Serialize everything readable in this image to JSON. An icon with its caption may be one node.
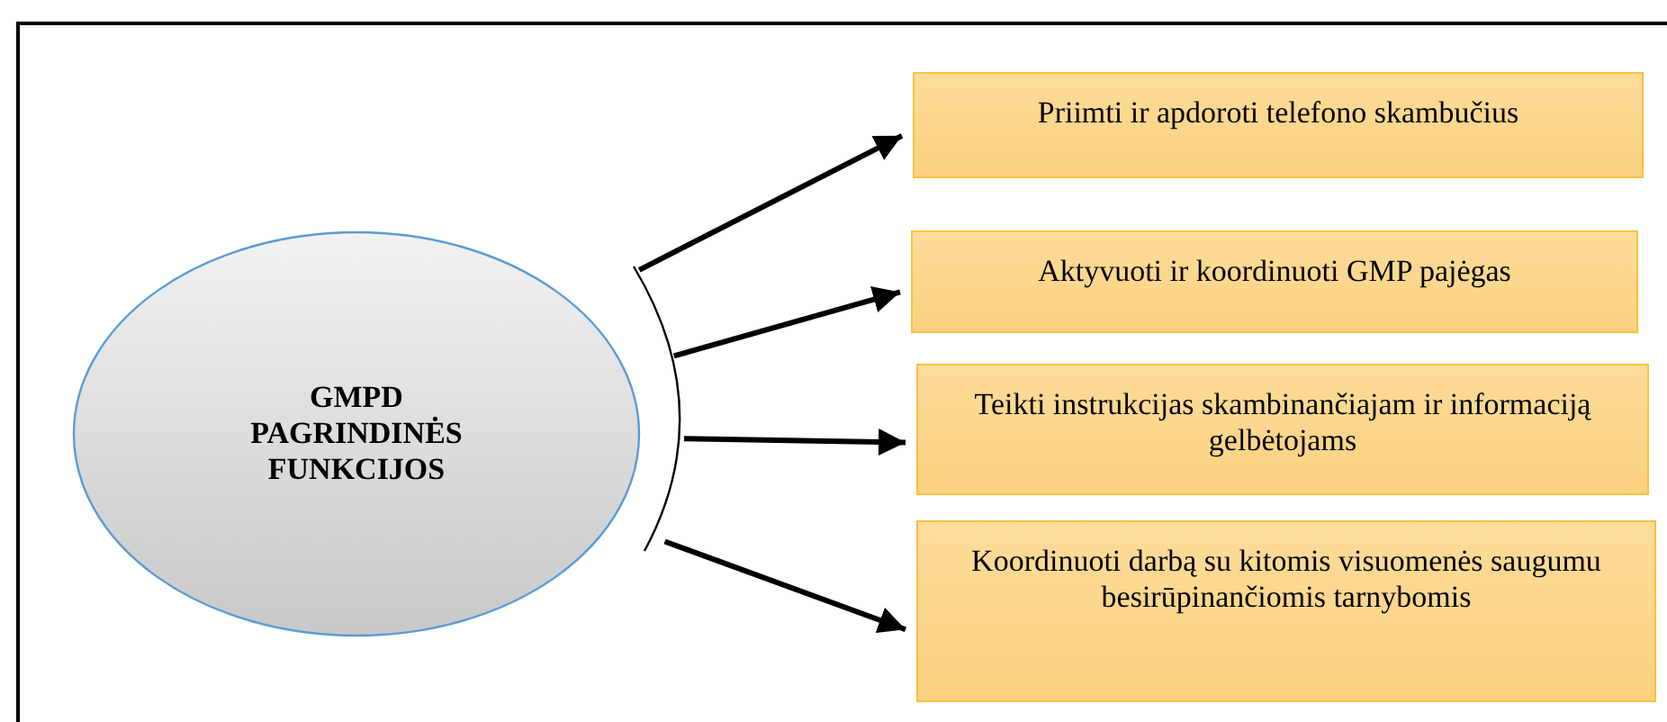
{
  "diagram": {
    "nodes": [
      {
        "text": [
          "GMPD PAGRINDINĖS FUNKCIJOS"
        ]
      },
      {
        "text": [
          "Priimti ir apdoroti telefono skambučius"
        ]
      },
      {
        "text": [
          "Aktyvuoti ir koordinuoti GMP pajėgas"
        ]
      },
      {
        "text": [
          "Teikti instrukcijas skambinančiajam ir informaciją gelbėtojams"
        ]
      },
      {
        "text": [
          "Koordinuoti darbą su kitomis visuomenės saugumu besirūpinančiomis tarnybomis"
        ]
      }
    ],
    "edges": [
      {
        "from": 0,
        "to": 1,
        "arrow": "to"
      },
      {
        "from": 0,
        "to": 2,
        "arrow": "to"
      },
      {
        "from": 0,
        "to": 3,
        "arrow": "to"
      },
      {
        "from": 0,
        "to": 4,
        "arrow": "to"
      }
    ]
  }
}
